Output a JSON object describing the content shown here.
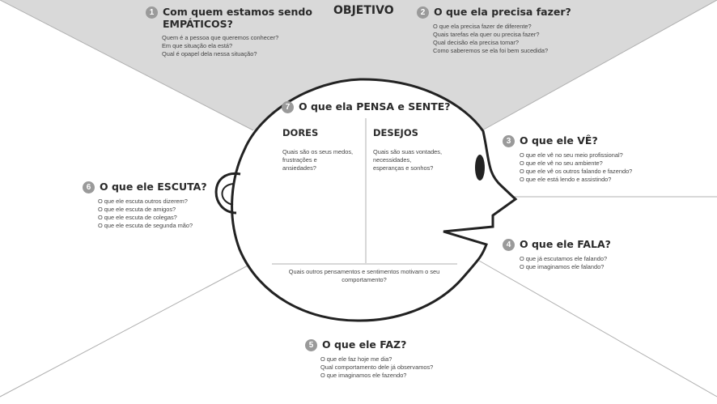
{
  "header": {
    "objective": "OBJETIVO"
  },
  "sections": {
    "s1": {
      "number": "1",
      "title_line1": "Com quem estamos sendo",
      "title_line2": "EMPÁTICOS?",
      "lines": [
        "Quem é a pessoa que queremos conhecer?",
        "Em que situação ela está?",
        "Qual é opapel dela nessa situação?"
      ]
    },
    "s2": {
      "number": "2",
      "title": "O que ela precisa fazer?",
      "lines": [
        "O que ela precisa fazer de diferente?",
        "Quais tarefas ela quer ou precisa fazer?",
        "Qual decisão ela precisa tomar?",
        "Como saberemos se ela foi bem sucedida?"
      ]
    },
    "s3": {
      "number": "3",
      "title": "O que ele VÊ?",
      "lines": [
        "O que ele vê no seu meio profissional?",
        "O que ele vê no seu ambiente?",
        "O que ele vê os outros falando e fazendo?",
        "O que ele está lendo e assistindo?"
      ]
    },
    "s4": {
      "number": "4",
      "title": "O que ele FALA?",
      "lines": [
        "O que já escutamos ele falando?",
        "O que imaginamos ele falando?"
      ]
    },
    "s5": {
      "number": "5",
      "title": "O que ele FAZ?",
      "lines": [
        "O que ele faz hoje me dia?",
        "Qual comportamento dele já observamos?",
        "O que imaginamos ele fazendo?"
      ]
    },
    "s6": {
      "number": "6",
      "title": "O que ele ESCUTA?",
      "lines": [
        "O que ele escuta outros dizerem?",
        "O que ele escuta de amigos?",
        "O que ele escuta de colegas?",
        "O que ele escuta de segunda mão?"
      ]
    },
    "s7": {
      "number": "7",
      "title": "O que ela PENSA e SENTE?",
      "pains_title": "DORES",
      "pains_text": "Quais são os seus medos,\nfrustrações e\nansiedades?",
      "gains_title": "DESEJOS",
      "gains_text": "Quais são suas vontades,\nnecessidades,\nesperanças e sonhos?",
      "bottom_text": "Quais outros pensamentos e sentimentos motivam o seu comportamento?"
    }
  },
  "colors": {
    "top_fill": "#d9d9d9",
    "badge": "#9a9a9a",
    "stroke": "#222222",
    "divider": "#b0b0b0"
  }
}
